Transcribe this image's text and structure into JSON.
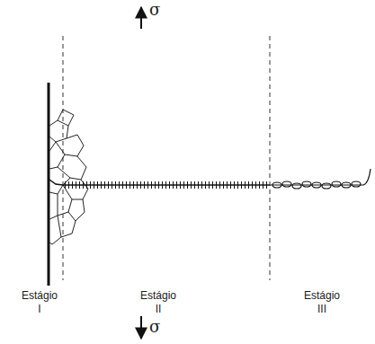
{
  "diagram": {
    "labels": [
      "σ",
      "Estágio I",
      "Estágio II",
      "Estágio III",
      "σ"
    ]
  }
}
